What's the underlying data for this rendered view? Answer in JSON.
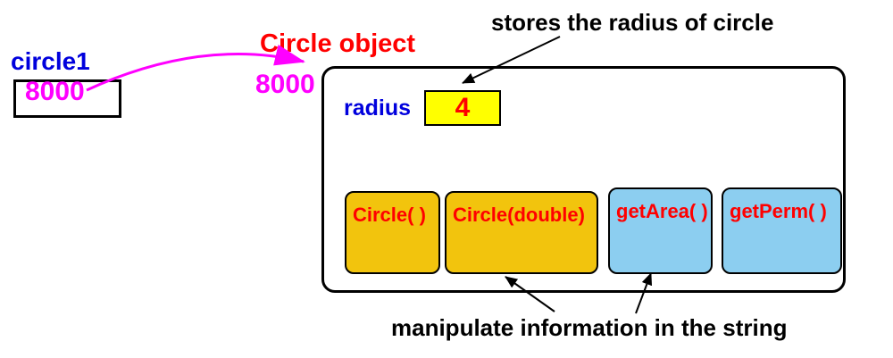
{
  "colors": {
    "blue": "#0000DD",
    "magenta": "#FF00FF",
    "red": "#FF0000",
    "gold": "#F2C40D",
    "sky": "#8CCEF0",
    "yellow": "#FFFF00",
    "ink": "#000000"
  },
  "reference": {
    "label": "circle1",
    "address": "8000"
  },
  "object": {
    "title": "Circle object",
    "address": "8000",
    "field": {
      "label": "radius",
      "value": "4"
    },
    "methods": [
      {
        "label": "Circle( )",
        "kind": "constructor",
        "fill": "#F2C40D"
      },
      {
        "label": "Circle(double)",
        "kind": "constructor",
        "fill": "#F2C40D"
      },
      {
        "label": "getArea( )",
        "kind": "method",
        "fill": "#8CCEF0"
      },
      {
        "label": "getPerm( )",
        "kind": "method",
        "fill": "#8CCEF0"
      }
    ]
  },
  "annotations": {
    "top": {
      "text": "stores the radius of circle"
    },
    "bottom": {
      "text": "manipulate information in the string"
    }
  }
}
